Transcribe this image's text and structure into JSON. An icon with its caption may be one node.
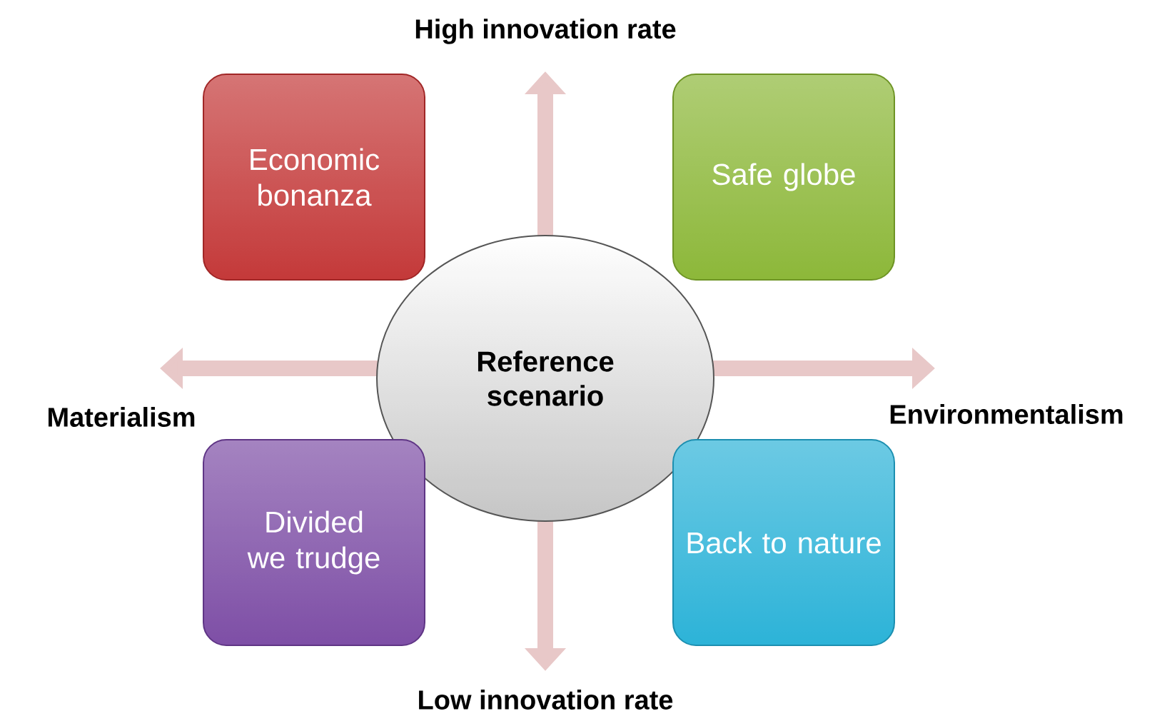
{
  "diagram": {
    "nodes": [
      {
        "text": [
          "Economic bonanza"
        ]
      },
      {
        "text": [
          "Safe globe"
        ]
      },
      {
        "text": [
          "Reference scenario"
        ]
      },
      {
        "text": [
          "Divided we trudge"
        ]
      },
      {
        "text": [
          "Back to nature"
        ]
      }
    ],
    "labels": [
      "High innovation rate",
      "Materialism",
      "Environmentalism",
      "Low innovation rate"
    ]
  }
}
